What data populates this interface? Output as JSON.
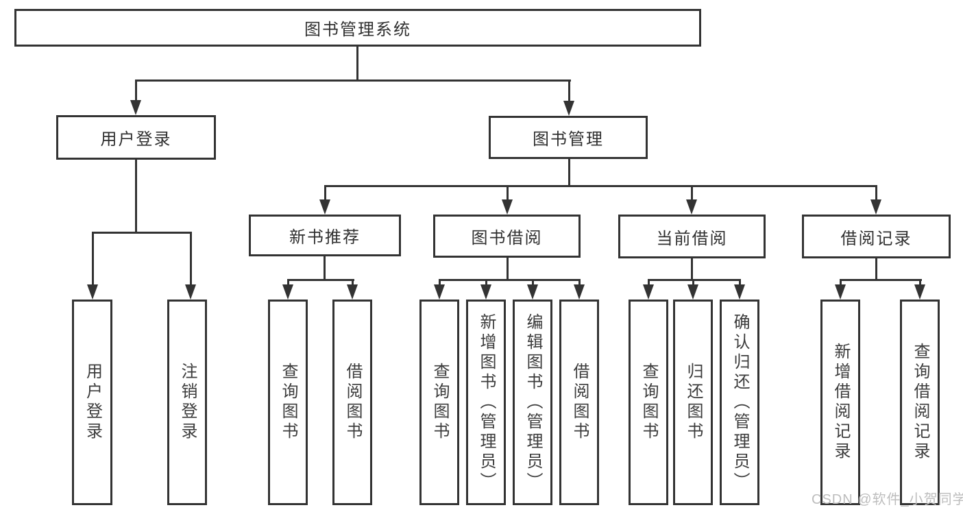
{
  "tree": {
    "root": "图书管理系统",
    "branches": [
      {
        "label": "用户登录",
        "children": [
          "用户登录",
          "注销登录"
        ]
      },
      {
        "label": "图书管理",
        "groups": [
          {
            "label": "新书推荐",
            "children": [
              "查询图书",
              "借阅图书"
            ]
          },
          {
            "label": "图书借阅",
            "children": [
              "查询图书",
              "新增图书（管理员）",
              "编辑图书（管理员）",
              "借阅图书"
            ]
          },
          {
            "label": "当前借阅",
            "children": [
              "查询图书",
              "归还图书",
              "确认归还（管理员）"
            ]
          },
          {
            "label": "借阅记录",
            "children": [
              "新增借阅记录",
              "查询借阅记录"
            ]
          }
        ]
      }
    ]
  },
  "watermark": {
    "text": "CSDN @软件_小贺同学"
  },
  "colors": {
    "line": "#333333",
    "box_border": "#333333",
    "text": "#2f2f2f",
    "watermark": "#bdbdbd",
    "background": "#ffffff"
  }
}
